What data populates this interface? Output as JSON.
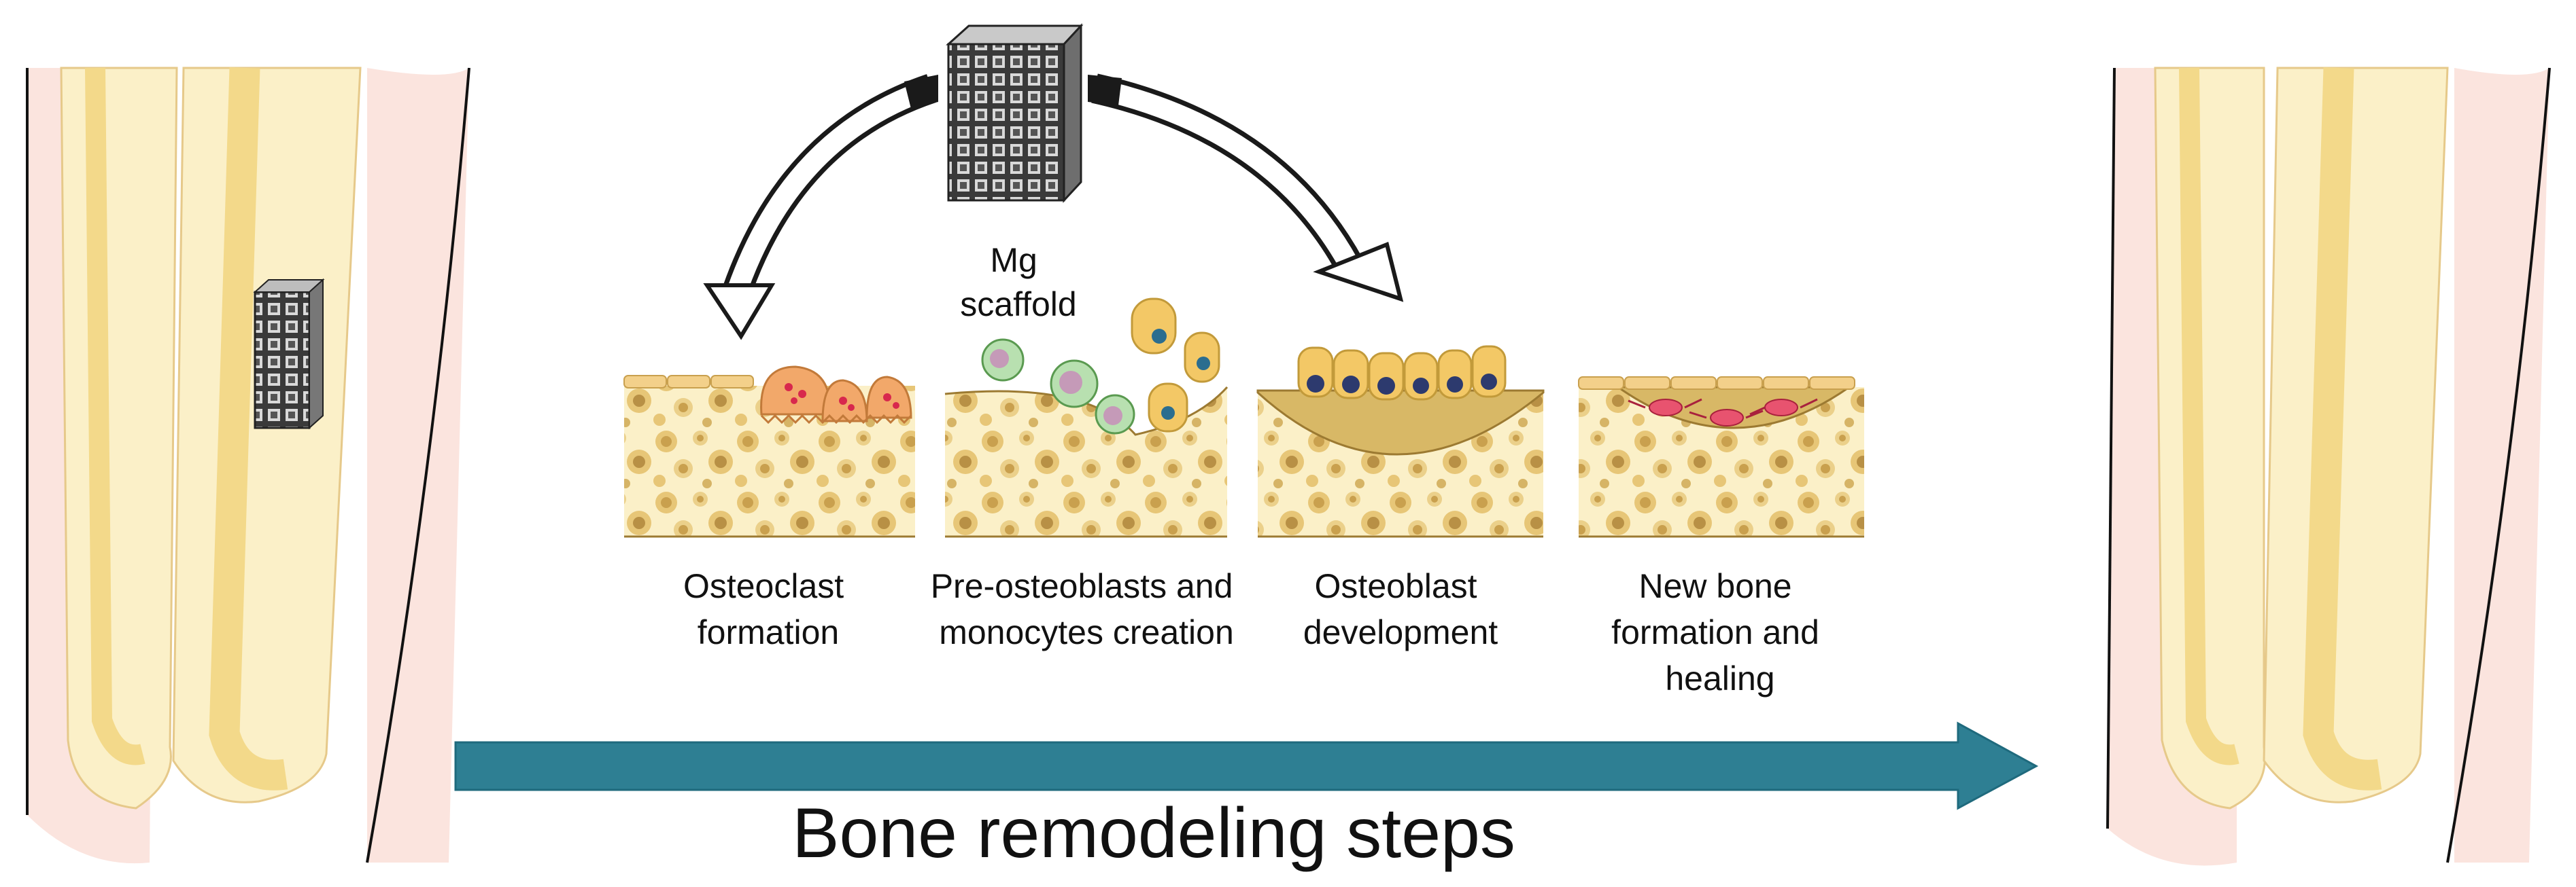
{
  "scaffold": {
    "label_lines": [
      "Mg",
      "scaffold"
    ]
  },
  "steps": [
    {
      "id": "osteoclast",
      "label_lines": [
        "Osteoclast",
        "formation"
      ]
    },
    {
      "id": "preosteoblast",
      "label_lines": [
        "Pre-osteoblasts and",
        "monocytes creation"
      ]
    },
    {
      "id": "osteoblast",
      "label_lines": [
        "Osteoblast",
        "development"
      ]
    },
    {
      "id": "newbone",
      "label_lines": [
        "New bone",
        "formation and",
        "healing"
      ]
    }
  ],
  "process_arrow": {
    "label": "Bone remodeling steps",
    "color": "#2e7f93"
  },
  "colors": {
    "bone_light": "#fbf0c8",
    "bone_mid": "#f3d98a",
    "bone_dark": "#c8a24e",
    "skin": "#fbe4de",
    "osteoclast": "#f2a86a",
    "osteoblast": "#f3c866",
    "nucleus": "#2d3a6e",
    "osteocyte": "#d8284d",
    "monocyte": "#b8e0b0"
  }
}
